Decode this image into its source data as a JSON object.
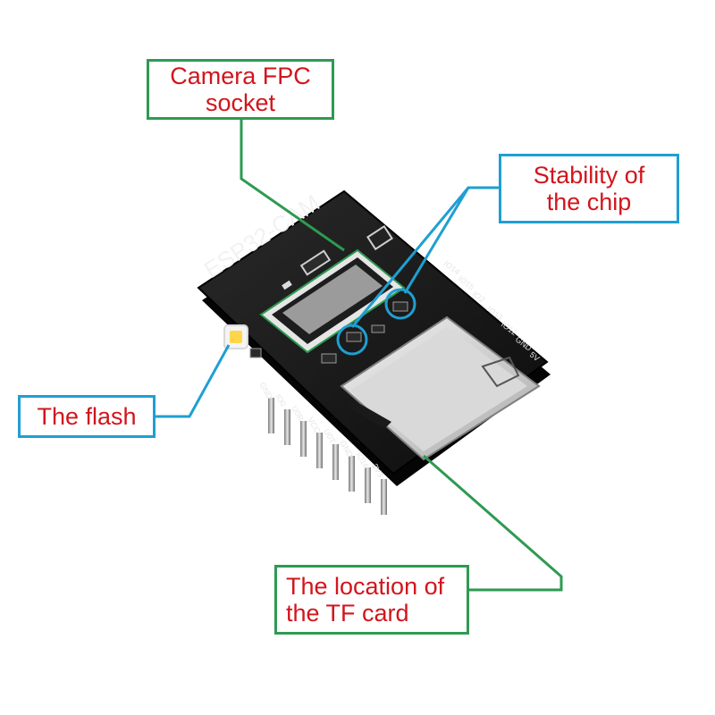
{
  "board": {
    "silkscreen_title": "ESP32-CAM",
    "pin_labels": [
      "GND",
      "IO0",
      "U0R",
      "VCC",
      "U0T",
      "GND",
      "IO16",
      "3V3"
    ],
    "right_pin_labels": [
      "IO14",
      "IO15",
      "IO2",
      "IO13",
      "IO12",
      "GND",
      "5V"
    ]
  },
  "callouts": {
    "camera_fpc": {
      "line1": "Camera FPC",
      "line2": "socket"
    },
    "stability": {
      "line1": "Stability of",
      "line2": "the chip"
    },
    "flash": {
      "line1": "The flash"
    },
    "tf_card": {
      "line1": "The location of",
      "line2": "the TF card"
    }
  },
  "colors": {
    "callout_text": "#d2151c",
    "green_frame": "#2e9a52",
    "blue_frame": "#1f9fd2",
    "pcb": "#141414"
  }
}
